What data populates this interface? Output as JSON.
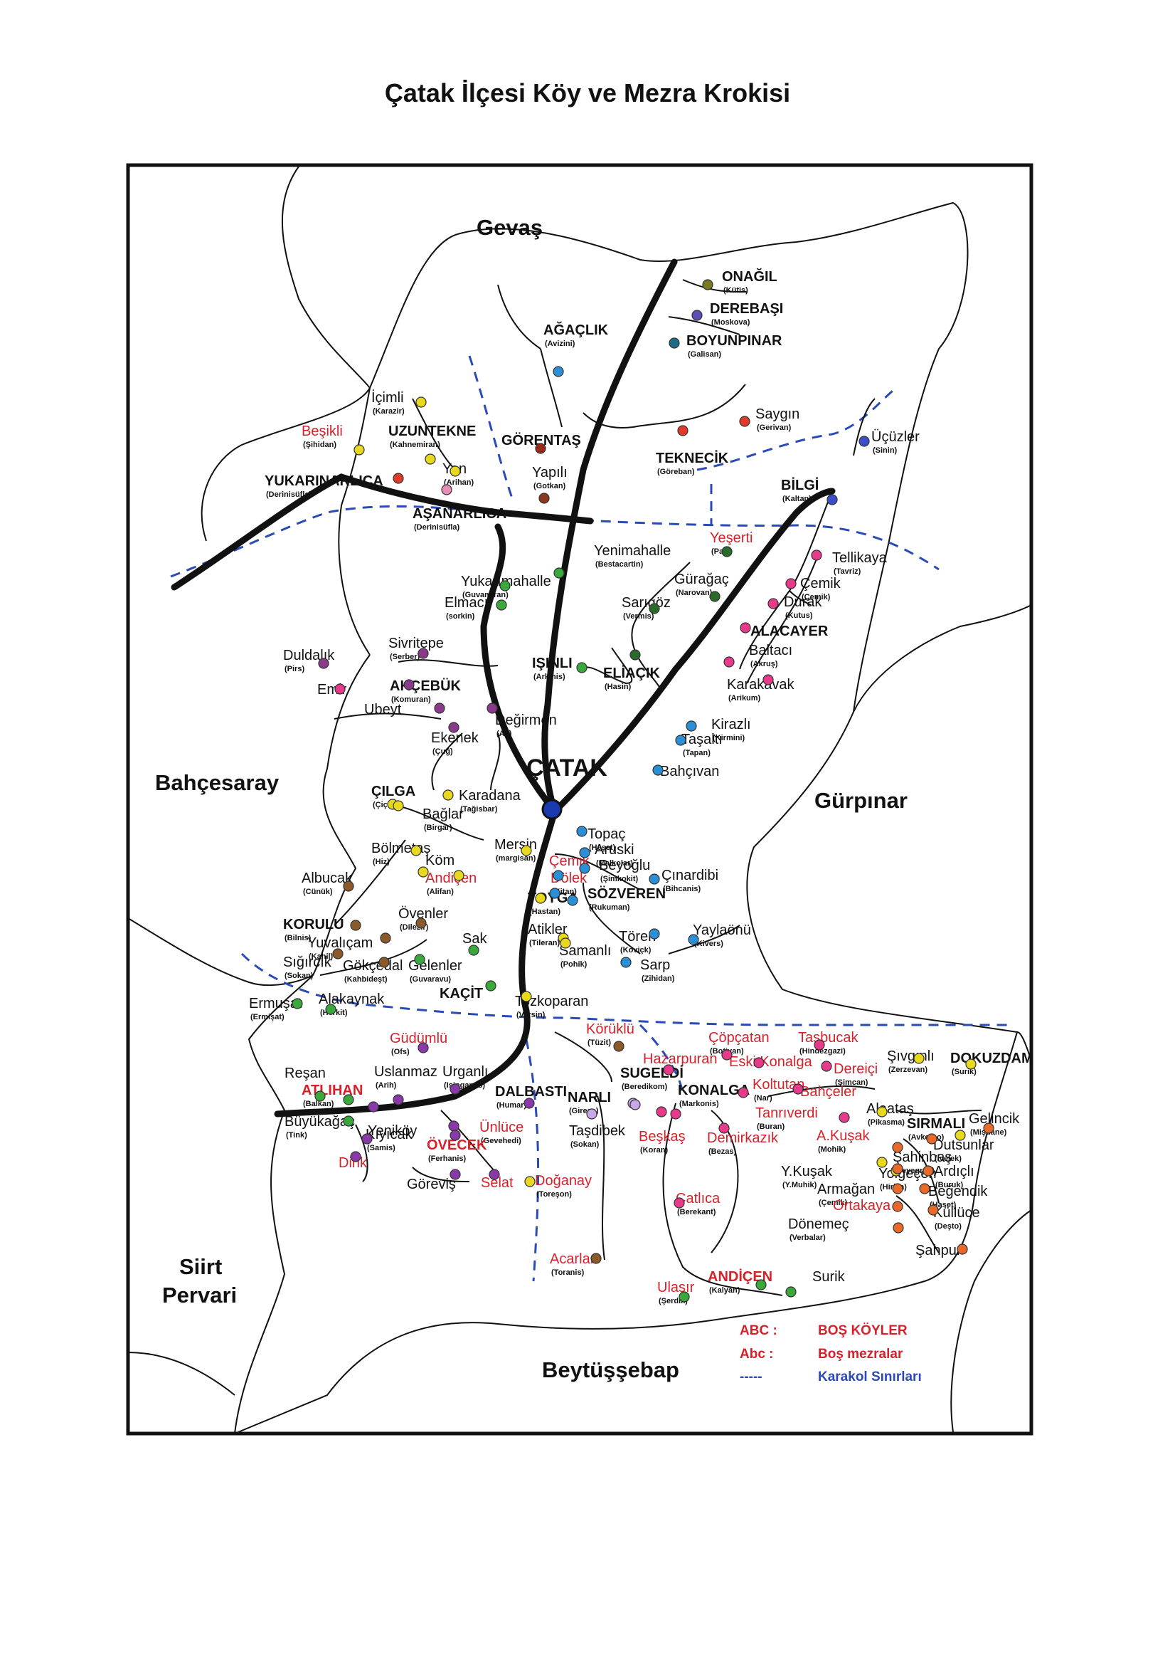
{
  "title": "Çatak İlçesi Köy ve Mezra Krokisi",
  "neighbors": [
    {
      "text": "Gevaş"
    },
    {
      "text": "Bahçesaray"
    },
    {
      "text": "Gürpınar"
    },
    {
      "text": "Siirt"
    },
    {
      "text": "Pervari"
    },
    {
      "text": "Beytüşşebap"
    }
  ],
  "center": "ÇATAK",
  "places": [
    {
      "t": "ONAĞIL",
      "s": "(Kütis)",
      "b": true,
      "c": "#7a7a20"
    },
    {
      "t": "DEREBAŞI",
      "s": "(Moskova)",
      "b": true,
      "c": "#5a4fb5"
    },
    {
      "t": "BOYUNPINAR",
      "s": "(Galisan)",
      "b": true,
      "c": "#1d6b8a"
    },
    {
      "t": "AĞAÇLIK",
      "s": "(Avizini)",
      "b": true,
      "c": "#2b8fd6"
    },
    {
      "t": "İçimli",
      "s": "(Karazir)",
      "c": "#e8d81e"
    },
    {
      "t": "Beşikli",
      "s": "(Şihidan)",
      "r": true,
      "c": "#e8d81e"
    },
    {
      "t": "UZUNTEKNE",
      "s": "(Kahnemiran)",
      "b": true,
      "c": "#e8d81e"
    },
    {
      "t": "GÖRENTAŞ",
      "s": "",
      "b": true,
      "c": "#9a2a1a"
    },
    {
      "t": "Saygın",
      "s": "(Gerivan)",
      "c": "#e23a2a"
    },
    {
      "t": "Üçüzler",
      "s": "(Sinin)",
      "c": "#3a50c8"
    },
    {
      "t": "YUKARINARLICA",
      "s": "(Derinisüfla)",
      "b": true,
      "c": "#e23a2a"
    },
    {
      "t": "Yan",
      "s": "(Arihan)",
      "c": "#e8d81e"
    },
    {
      "t": "Yapılı",
      "s": "(Gotkan)",
      "c": "#8a3a1a"
    },
    {
      "t": "TEKNECİK",
      "s": "(Göreban)",
      "b": true,
      "c": "#e23a2a"
    },
    {
      "t": "BİLGİ",
      "s": "(Kaltan)",
      "b": true,
      "c": "#3a50c8"
    },
    {
      "t": "AŞANARLICA",
      "s": "(Derinisüfla)",
      "b": true,
      "c": "#e88bb5"
    },
    {
      "t": "Yenimahalle",
      "s": "(Bestacartin)",
      "c": "#3aa83a"
    },
    {
      "t": "Yeşerti",
      "s": "(Pak)",
      "r": true,
      "c": "#2a6a2a"
    },
    {
      "t": "Tellikaya",
      "s": "(Tavriz)",
      "c": "#e83a8a"
    },
    {
      "t": "Yukarımahalle",
      "s": "(Guvamiran)",
      "c": "#3aa83a"
    },
    {
      "t": "Elmacı",
      "s": "(sorkin)",
      "c": "#3aa83a"
    },
    {
      "t": "Gürağaç",
      "s": "(Narovan)",
      "c": "#2a6a2a"
    },
    {
      "t": "Çemik",
      "s": "(Çemik)",
      "c": "#e83a8a"
    },
    {
      "t": "Durak",
      "s": "(Kutus)",
      "c": "#e83a8a"
    },
    {
      "t": "Sarıgöz",
      "s": "(Vermis)",
      "c": "#2a6a2a"
    },
    {
      "t": "ALACAYER",
      "s": "",
      "b": true,
      "c": "#e83a8a"
    },
    {
      "t": "Baltacı",
      "s": "(Akruş)",
      "c": "#e83a8a"
    },
    {
      "t": "Sivritepe",
      "s": "(Serber)",
      "c": "#8a3a8a"
    },
    {
      "t": "Duldalık",
      "s": "(Pirs)",
      "c": "#8a3a8a"
    },
    {
      "t": "IŞINLI",
      "s": "(Arkinis)",
      "b": true,
      "c": "#3aa83a"
    },
    {
      "t": "ELİAÇIK",
      "s": "(Hasin)",
      "b": true,
      "c": "#2a6a2a"
    },
    {
      "t": "Karakavak",
      "s": "(Arikum)",
      "c": "#e83a8a"
    },
    {
      "t": "Emir",
      "s": "",
      "c": "#e83a8a"
    },
    {
      "t": "AKÇEBÜK",
      "s": "(Komuran)",
      "b": true,
      "c": "#8a3a8a"
    },
    {
      "t": "Ubeyt",
      "s": "",
      "c": "#8a3a8a"
    },
    {
      "t": "Değirmen",
      "s": "(Aş)",
      "c": "#8a3a8a"
    },
    {
      "t": "Kirazlı",
      "s": "(Kirmini)",
      "c": "#2b8fd6"
    },
    {
      "t": "Taşaltı",
      "s": "(Tapan)",
      "c": "#2b8fd6"
    },
    {
      "t": "Ekenek",
      "s": "(Çuğ)",
      "c": "#8a3a8a"
    },
    {
      "t": "Bahçıvan",
      "s": "",
      "c": "#2b8fd6"
    },
    {
      "t": "ÇILGA",
      "s": "(Çiçan)",
      "b": true,
      "c": "#e8d81e"
    },
    {
      "t": "Karadana",
      "s": "(Tağisbar)",
      "c": "#e8d81e"
    },
    {
      "t": "Bağlar",
      "s": "(Birgar)",
      "c": "#e8d81e"
    },
    {
      "t": "Topaç",
      "s": "(Heşet)",
      "c": "#2b8fd6"
    },
    {
      "t": "Bölmetaş",
      "s": "(Hiz)",
      "c": "#e8d81e"
    },
    {
      "t": "Mersin",
      "s": "(margisan)",
      "c": "#e8d81e"
    },
    {
      "t": "Aruski",
      "s": "(Malkolar)",
      "c": "#2b8fd6"
    },
    {
      "t": "Çemik",
      "s": "",
      "r": true,
      "c": "#2b8fd6"
    },
    {
      "t": "Beyoğlu",
      "s": "(Şimkokit)",
      "c": "#2b8fd6"
    },
    {
      "t": "Köm",
      "s": "",
      "c": "#e8d81e"
    },
    {
      "t": "Dölek",
      "s": "(Kitan)",
      "r": true,
      "c": "#2b8fd6"
    },
    {
      "t": "Çınardibi",
      "s": "(Bihcanis)",
      "c": "#2b8fd6"
    },
    {
      "t": "Albucak",
      "s": "(Cünük)",
      "c": "#8a5a2a"
    },
    {
      "t": "Andiçen",
      "s": "(Alifan)",
      "r": true,
      "c": "#e8d81e"
    },
    {
      "t": "SÖZVEREN",
      "s": "(Rukuman)",
      "b": true,
      "c": "#2b8fd6"
    },
    {
      "t": "TOYGA",
      "s": "(Hastan)",
      "b": true,
      "c": "#e8d81e"
    },
    {
      "t": "Övenler",
      "s": "(Dilezir)",
      "c": "#8a5a2a"
    },
    {
      "t": "KORULU",
      "s": "(Bilnis)",
      "b": true,
      "c": "#8a5a2a"
    },
    {
      "t": "Atikler",
      "s": "(Tileran)",
      "c": "#e8d81e"
    },
    {
      "t": "Tören",
      "s": "(Koviçk)",
      "c": "#2b8fd6"
    },
    {
      "t": "Yaylaönü",
      "s": "(Kivers)",
      "c": "#2b8fd6"
    },
    {
      "t": "Yuvalıçam",
      "s": "(Kahil)",
      "c": "#8a5a2a"
    },
    {
      "t": "Sak",
      "s": "",
      "c": "#3aa83a"
    },
    {
      "t": "Samanlı",
      "s": "(Pohik)",
      "c": "#e8d81e"
    },
    {
      "t": "Sığırcık",
      "s": "(Sokan)",
      "c": "#8a5a2a"
    },
    {
      "t": "Gökçedal",
      "s": "(Kahbideşt)",
      "c": "#8a5a2a"
    },
    {
      "t": "Gelenler",
      "s": "(Guvaravu)",
      "c": "#3aa83a"
    },
    {
      "t": "Sarp",
      "s": "(Zihidan)",
      "c": "#2b8fd6"
    },
    {
      "t": "KAÇİT",
      "s": "",
      "b": true,
      "c": "#3aa83a"
    },
    {
      "t": "Ermuşat",
      "s": "(Ermişat)",
      "c": "#3aa83a"
    },
    {
      "t": "Alakaynak",
      "s": "(Herkit)",
      "c": "#3aa83a"
    },
    {
      "t": "Tozkoparan",
      "s": "(Versin)",
      "c": "#e8d81e"
    },
    {
      "t": "Güdümlü",
      "s": "(Ofs)",
      "r": true,
      "c": "#8a3aa8"
    },
    {
      "t": "Körüklü",
      "s": "(Tüzit)",
      "r": true,
      "c": "#8a5a2a"
    },
    {
      "t": "Çöpçatan",
      "s": "(Botiyan)",
      "r": true,
      "c": "#e83a8a"
    },
    {
      "t": "Taşbucak",
      "s": "(Hindezgazi)",
      "r": true,
      "c": "#e83a8a"
    },
    {
      "t": "Şıvgınlı",
      "s": "(Zerzevan)",
      "c": "#e8d81e"
    },
    {
      "t": "DOKUZDAM",
      "s": "(Surik)",
      "b": true,
      "c": "#e8d81e"
    },
    {
      "t": "Hazarpuran",
      "s": "",
      "r": true,
      "c": "#e83a8a"
    },
    {
      "t": "Eski Konalga",
      "s": "",
      "r": true,
      "c": "#e83a8a"
    },
    {
      "t": "Dereiçi",
      "s": "(Şimcan)",
      "r": true,
      "c": "#e83a8a"
    },
    {
      "t": "Reşan",
      "s": "",
      "c": "#3aa83a"
    },
    {
      "t": "Uslanmaz",
      "s": "(Arih)",
      "c": "#8a3aa8"
    },
    {
      "t": "Urganlı",
      "s": "(Isingamis)",
      "c": "#8a3aa8"
    },
    {
      "t": "SUGELDİ",
      "s": "(Beredikom)",
      "b": true,
      "c": "#c8a8e8"
    },
    {
      "t": "Koltutan",
      "s": "(Nar)",
      "r": true,
      "c": "#e83a8a"
    },
    {
      "t": "Bahçeler",
      "s": "",
      "r": true,
      "c": "#e83a8a"
    },
    {
      "t": "ATLIHAN",
      "s": "(Balkan)",
      "b": true,
      "r": true,
      "c": "#3aa83a"
    },
    {
      "t": "DALBASTI",
      "s": "(Humar)",
      "b": true,
      "c": "#8a3aa8"
    },
    {
      "t": "NARLI",
      "s": "(Gireşa)",
      "b": true,
      "c": "#c8a8e8"
    },
    {
      "t": "KONALGA",
      "s": "(Markonis)",
      "b": true,
      "c": "#e83a8a"
    },
    {
      "t": "Tanrıverdi",
      "s": "(Buran)",
      "r": true,
      "c": "#e83a8a"
    },
    {
      "t": "Alaataş",
      "s": "(Pikasma)",
      "c": "#e8d81e"
    },
    {
      "t": "Yeniköy",
      "s": "",
      "c": "#8a3aa8"
    },
    {
      "t": "Büyükağaç",
      "s": "(Tink)",
      "c": "#3aa83a"
    },
    {
      "t": "SIRMALI",
      "s": "(Avkerso)",
      "b": true,
      "c": "#e8d81e"
    },
    {
      "t": "Gelincik",
      "s": "(Mişdane)",
      "c": "#e86a2a"
    },
    {
      "t": "Kıyıcak",
      "s": "(Samis)",
      "c": "#8a3aa8"
    },
    {
      "t": "Ünlüce",
      "s": "(Gevehedi)",
      "r": true,
      "c": "#8a3aa8"
    },
    {
      "t": "Taşdibek",
      "s": "(Sokan)",
      "c": "#c8a8e8"
    },
    {
      "t": "Beşkaş",
      "s": "(Koran)",
      "r": true,
      "c": "#e83a8a"
    },
    {
      "t": "Demirkazık",
      "s": "(Bezas)",
      "r": true,
      "c": "#e83a8a"
    },
    {
      "t": "A.Kuşak",
      "s": "(Mohik)",
      "r": true,
      "c": "#e86a2a"
    },
    {
      "t": "Dutsunlar",
      "s": "(İvelek)",
      "c": "#e86a2a"
    },
    {
      "t": "ÖVECEK",
      "s": "(Ferhanis)",
      "b": true,
      "r": true,
      "c": "#8a3aa8"
    },
    {
      "t": "Şahinbaş",
      "s": "(Seyegran)",
      "c": "#e8d81e"
    },
    {
      "t": "Yolgeçen",
      "s": "(Hirisa)",
      "c": "#e8d81e"
    },
    {
      "t": "Dirik",
      "s": "",
      "r": true,
      "c": "#8a3aa8"
    },
    {
      "t": "Y.Kuşak",
      "s": "(Y.Muhik)",
      "c": "#e86a2a"
    },
    {
      "t": "Ardıçlı",
      "s": "(Buruk)",
      "c": "#e86a2a"
    },
    {
      "t": "Göreviş",
      "s": "",
      "c": "#8a3aa8"
    },
    {
      "t": "Selat",
      "s": "",
      "r": true,
      "c": "#8a3aa8"
    },
    {
      "t": "Doğanay",
      "s": "(Toreşon)",
      "r": true,
      "c": "#e8d81e"
    },
    {
      "t": "Armağan",
      "s": "(Çemik)",
      "c": "#e86a2a"
    },
    {
      "t": "Beğendik",
      "s": "(Haset)",
      "c": "#e86a2a"
    },
    {
      "t": "Çatlıca",
      "s": "(Berekant)",
      "r": true,
      "c": "#e83a8a"
    },
    {
      "t": "Ortakaya",
      "s": "",
      "r": true,
      "c": "#e86a2a"
    },
    {
      "t": "Küllüce",
      "s": "(Deşto)",
      "c": "#e86a2a"
    },
    {
      "t": "Dönemeç",
      "s": "(Verbalar)",
      "c": "#e86a2a"
    },
    {
      "t": "Şahpur",
      "s": "",
      "c": "#e86a2a"
    },
    {
      "t": "Acarlar",
      "s": "(Toranis)",
      "r": true,
      "c": "#8a5a2a"
    },
    {
      "t": "ANDİÇEN",
      "s": "(Kalyan)",
      "b": true,
      "r": true,
      "c": "#3aa83a"
    },
    {
      "t": "Surik",
      "s": "",
      "c": "#3aa83a"
    },
    {
      "t": "Ulaşır",
      "s": "(Şerdik)",
      "r": true,
      "c": "#3aa83a"
    }
  ],
  "legend": [
    {
      "key": "ABC :",
      "value": "BOŞ KÖYLER"
    },
    {
      "key": "Abc :",
      "value": "Boş mezralar"
    },
    {
      "key": "-----",
      "value": "Karakol Sınırları"
    }
  ],
  "colors": {
    "empty_village": "#d8202a",
    "border_dash": "#2a4ab8",
    "road": "#111111"
  }
}
